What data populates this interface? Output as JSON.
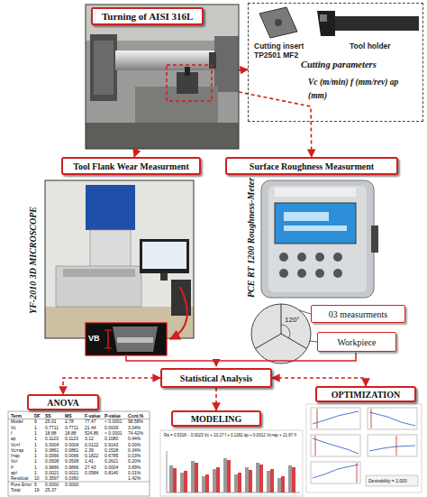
{
  "diagram": {
    "nodes": [
      {
        "text": [
          "Turning of AISI 316L"
        ]
      },
      {
        "text": [
          "Cutting insert TP2501 MF2",
          "Tool holder",
          "Cutting parameters",
          "Vc (m/min) f (mm/rev) ap (mm)"
        ]
      },
      {
        "text": [
          "Tool Flank Wear Measurment"
        ]
      },
      {
        "text": [
          "Surface Roughness Measurment"
        ]
      },
      {
        "text": [
          "03 measurments"
        ]
      },
      {
        "text": [
          "Workpiece"
        ]
      },
      {
        "text": [
          "Statistical Analysis"
        ]
      },
      {
        "text": [
          "ANOVA"
        ]
      },
      {
        "text": [
          "MODELING"
        ]
      },
      {
        "text": [
          "OPTIMIZATION"
        ]
      }
    ],
    "edges": [
      {
        "from": 0,
        "to": 1,
        "arrow": "to"
      },
      {
        "from": 0,
        "to": 2,
        "arrow": "to"
      },
      {
        "from": 0,
        "to": 3,
        "arrow": "to"
      },
      {
        "from": 6,
        "to": 7,
        "arrow": "both"
      },
      {
        "from": 6,
        "to": 8,
        "arrow": "to"
      },
      {
        "from": 6,
        "to": 9,
        "arrow": "both"
      }
    ],
    "labels": [
      "YF-2010 3D MICROSCOPE",
      "VB",
      "PCE RT 1200 Roughness-Meter",
      "120°",
      "Term",
      "DF",
      "SS",
      "MS",
      "F-value",
      "P-value",
      "Cont.%",
      "Model",
      "9",
      "25.01",
      "2.78",
      "77.47",
      "< 0.0001",
      "98.58%",
      "Vc",
      "1",
      "0.7711",
      "0.7711",
      "21.44",
      "0.0009",
      "3.04%",
      "f",
      "1",
      "18.88",
      "18.88",
      "524.86",
      "< 0.0001",
      "74.42%",
      "ap",
      "1",
      "0.1120",
      "0.1120",
      "3.12",
      "0.1080",
      "0.44%",
      "Vc×f",
      "1",
      "0.0004",
      "0.0004",
      "0.0122",
      "0.9143",
      "0.00%",
      "Vc×ap",
      "1",
      "0.0861",
      "0.0861",
      "2.39",
      "0.1528",
      "0.34%",
      "f×ap",
      "1",
      "0.0066",
      "0.0066",
      "0.1822",
      "0.6785",
      "0.03%",
      "Vc²",
      "1",
      "0.0508",
      "0.0508",
      "1.41",
      "0.2621",
      "0.20%",
      "f²",
      "1",
      "0.9866",
      "0.9866",
      "27.43",
      "0.0004",
      "3.89%",
      "ap²",
      "1",
      "0.0021",
      "0.0021",
      "0.0584",
      "0.8140",
      "0.01%",
      "Residual",
      "10",
      "0.3597",
      "0.0360",
      "1.42%",
      "Pure Error",
      "5",
      "0.0000",
      "0.0000",
      "Total",
      "19",
      "25.37",
      "Ra = 0.5318 − 0.0023 Vc + 10.27 f + 0.1182 ap + 0.0012 Vc×ap + 21.87 f²",
      "Desirability = 1.000"
    ]
  }
}
